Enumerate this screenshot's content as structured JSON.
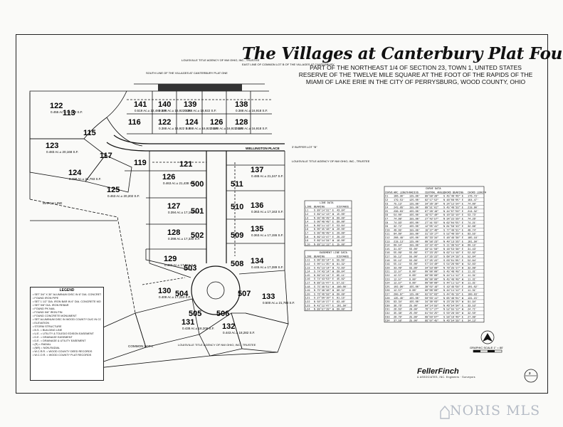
{
  "title": "The Villages at Canterbury Plat Four",
  "subtitle": "PART OF THE NORTHEAST 1/4 OF SECTION 23, TOWN 1, UNITED STATES RESERVE OF THE TWELVE MILE SQUARE AT THE FOOT OF THE RAPIDS OF THE MIAMI OF LAKE ERIE IN THE CITY OF PERRYSBURG, WOOD COUNTY, OHIO",
  "lots": [
    {
      "id": "113",
      "area": ""
    },
    {
      "id": "115",
      "area": ""
    },
    {
      "id": "116",
      "area": ""
    },
    {
      "id": "117",
      "area": ""
    },
    {
      "id": "119",
      "area": ""
    },
    {
      "id": "121",
      "area": ""
    },
    {
      "id": "122",
      "area": "0.388 Ac.± 16,922 S.F."
    },
    {
      "id": "124",
      "area": "0.388 Ac.± 16,922 S.F."
    },
    {
      "id": "126",
      "area": "0.388 Ac.± 16,922 S.F."
    },
    {
      "id": "128",
      "area": "0.388 Ac.± 16,918 S.F."
    },
    {
      "id": "141",
      "area": "0.519 Ac.± 22,483 S.F."
    },
    {
      "id": "140",
      "area": "0.388 Ac.± 16,922 S.F."
    },
    {
      "id": "139",
      "area": "0.388 Ac.± 16,922 S.F."
    },
    {
      "id": "138",
      "area": "0.388 Ac.± 16,918 S.F."
    },
    {
      "id": "122b",
      "label": "122",
      "area": "0.455 Ac.± 19,818 S.F."
    },
    {
      "id": "123",
      "area": "0.483 Ac.± 20,168 S.F."
    },
    {
      "id": "124b",
      "label": "124",
      "area": "0.498 Ac.± 21,793 S.F."
    },
    {
      "id": "125",
      "area": "0.463 Ac.± 20,202 S.F."
    },
    {
      "id": "126b",
      "label": "126",
      "area": "0.463 Ac.± 21,438 S.F."
    },
    {
      "id": "127",
      "area": "0.394 Ac.± 17,163 S.F."
    },
    {
      "id": "128b",
      "label": "128",
      "area": "0.398 Ac.± 17,330 S.F."
    },
    {
      "id": "129",
      "area": "0.403 Ac.± 17,824 S.F."
    },
    {
      "id": "130",
      "area": "0.409 Ac.± 17,214 S.F."
    },
    {
      "id": "131",
      "area": "0.438 Ac.± 18,208 S.F."
    },
    {
      "id": "132",
      "area": "0.443 Ac.± 18,282 S.F."
    },
    {
      "id": "133",
      "area": "0.500 Ac.± 21,783 S.F."
    },
    {
      "id": "134",
      "area": "0.445 Ac.± 17,289 S.F."
    },
    {
      "id": "135",
      "area": "0.363 Ac.± 17,155 S.F."
    },
    {
      "id": "136",
      "area": "0.363 Ac.± 17,163 S.F."
    },
    {
      "id": "137",
      "area": "0.488 Ac.± 21,247 S.F."
    },
    {
      "id": "500",
      "area": ""
    },
    {
      "id": "501",
      "area": ""
    },
    {
      "id": "502",
      "area": ""
    },
    {
      "id": "503",
      "area": ""
    },
    {
      "id": "504",
      "area": ""
    },
    {
      "id": "505",
      "area": ""
    },
    {
      "id": "506",
      "area": ""
    },
    {
      "id": "507",
      "area": ""
    },
    {
      "id": "508",
      "area": ""
    },
    {
      "id": "509",
      "area": ""
    },
    {
      "id": "510",
      "area": ""
    },
    {
      "id": "511",
      "area": ""
    }
  ],
  "streets": {
    "wellington": "WELLINGTON PLACE",
    "match_line": "MATCH LINE",
    "common_lot": "COMMON LOT L"
  },
  "notes": {
    "south_line": "SOUTH LINE OF THE VILLAGES AT CANTERBURY PLAT ONE",
    "east_line": "EAST LINE OF COMMON LOT B OF THE VILLAGES AT CANTERBURY",
    "louisville_1": "LOUISVILLE TITLE AGENCY OF NW OHIO, INC., TRUSTEE",
    "louisville_2": "LOUISVILLE TITLE AGENCY OF NW OHIO, INC., TRUSTEE",
    "louisville_3": "LOUISVILLE TITLE AGENCY OF NW OHIO, INC., TRUSTEE",
    "buffer": "3' BUFFER LOT \"B\""
  },
  "line_table": {
    "title": "LINE DATA",
    "headers": [
      "LINE",
      "BEARING",
      "DISTANCE"
    ],
    "rows": [
      [
        "L1",
        "S 89°14'31\" E",
        "43.84'"
      ],
      [
        "L2",
        "S 89°12'13\" W",
        "15.00'"
      ],
      [
        "L3",
        "N 00°48'48\" W",
        "60.00'"
      ],
      [
        "L4",
        "S 00°48'48\" E",
        "60.00'"
      ],
      [
        "L5",
        "N 89°11'12\" E",
        "53.84'"
      ],
      [
        "L6",
        "N 00°45'48\" W",
        "20.00'"
      ],
      [
        "L7",
        "S 00°48'48\" E",
        "20.00'"
      ],
      [
        "L8",
        "N 89°13'47\" E",
        "29.23'"
      ],
      [
        "L9",
        "S 89°14'34\" W",
        "16.00'"
      ],
      [
        "L10",
        "N 89°12'13\" E",
        "15.00'"
      ]
    ]
  },
  "easement_table": {
    "title": "EASEMENT LINE DATA",
    "headers": [
      "LINE",
      "BEARING",
      "DISTANCE"
    ],
    "rows": [
      [
        "L11",
        "S 00°33'14\" E",
        "55.65'"
      ],
      [
        "L12",
        "S 00°11'35\" W",
        "81.32'"
      ],
      [
        "L13",
        "S 45°13'14\" W",
        "72.93'"
      ],
      [
        "L14",
        "S 74°43'14\" W",
        "60.04'"
      ],
      [
        "L15",
        "N 89°13'14\" E",
        "65.11'"
      ],
      [
        "L16",
        "S 74°43'53\" E",
        "45.82'"
      ],
      [
        "L17",
        "N 89°15'47\" E",
        "57.51'"
      ],
      [
        "L18",
        "S 75°48'51\" W",
        "180.00'"
      ],
      [
        "L19",
        "N 75°48'48\" W",
        "90.32'"
      ],
      [
        "L20",
        "S 76°46'59\" W",
        "60.09'"
      ],
      [
        "L21",
        "S 27°50'10\" E",
        "91.15'"
      ],
      [
        "L22",
        "N 50°10'27\" E",
        "63.40'"
      ],
      [
        "L23",
        "N 42°12'47\" E",
        "191.50'"
      ],
      [
        "L24",
        "N 89°57'28\" W",
        "60.00'"
      ]
    ]
  },
  "curve_table": {
    "title": "CURVE DATA",
    "headers": [
      "CURVE",
      "ARC LENGTH",
      "RADIUS",
      "CENTRAL ANGLE",
      "CHORD BEARING",
      "CHORD LENGTH"
    ],
    "rows": [
      [
        "C1",
        "196.30'",
        "125.00'",
        "89°58'28\"",
        "S 45°46'46\" E",
        "176.73'"
      ],
      [
        "C2",
        "179.53'",
        "125.00'",
        "82°17'52\"",
        "N 48°08'05\" E",
        "164.47'"
      ],
      [
        "C3",
        "75.13'",
        "125.00'",
        "34°26'10\"",
        "N 24°12'24\" E",
        "74.00'"
      ],
      [
        "C4",
        "243.06'",
        "155.00'",
        "89°51'01\"",
        "S 45°48'33\" E",
        "218.90'"
      ],
      [
        "C5",
        "236.63'",
        "155.00'",
        "87°28'19\"",
        "N 44°07'50\" E",
        "214.32'"
      ],
      [
        "C6",
        "54.00'",
        "155.00'",
        "19°57'40\"",
        "N 10°32'10\" E",
        "53.73'"
      ],
      [
        "C7",
        "74.98'",
        "155.00'",
        "27°42'57\"",
        "N 34°22'29\" E",
        "74.26'"
      ],
      [
        "C8",
        "74.93'",
        "155.00'",
        "27°41'55\"",
        "N 62°04'55\" E",
        "74.21'"
      ],
      [
        "C9",
        "32.72'",
        "155.00'",
        "12°05'41\"",
        "N 81°58'43\" E",
        "32.66'"
      ],
      [
        "C10",
        "49.95'",
        "155.00'",
        "18°27'46\"",
        "S 77°40'31\" E",
        "49.74'"
      ],
      [
        "C11",
        "84.60'",
        "155.00'",
        "31°16'17\"",
        "S 52°48'29\" E",
        "83.55'"
      ],
      [
        "C12",
        "208.48'",
        "125.00'",
        "95°33'34\"",
        "S 48°49'38\" E",
        "185.16'"
      ],
      [
        "C13",
        "218.13'",
        "125.00'",
        "99°58'23\"",
        "N 40°13'26\" E",
        "191.50'"
      ],
      [
        "C14",
        "60.54'",
        "155.00'",
        "22°22'42\"",
        "S 11°38'53\" W",
        "60.15'"
      ],
      [
        "C15",
        "31.87'",
        "55.00'",
        "33°11'56\"",
        "N 16°53'38\" E",
        "31.43'"
      ],
      [
        "C16",
        "55.09'",
        "55.00'",
        "57°23'25\"",
        "N 62°11'18\" E",
        "52.82'"
      ],
      [
        "C17",
        "55.12'",
        "55.00'",
        "57°25'22\"",
        "S 60°24'18\" E",
        "52.84'"
      ],
      [
        "C18",
        "55.12'",
        "55.00'",
        "57°25'22\"",
        "S 03°01'05\" E",
        "52.84'"
      ],
      [
        "C19",
        "55.11'",
        "55.00'",
        "57°24'40\"",
        "S 54°26'08\" W",
        "52.83'"
      ],
      [
        "C20",
        "33.49'",
        "55.00'",
        "34°53'09\"",
        "N 79°25'17\" W",
        "32.98'"
      ],
      [
        "C21",
        "12.57'",
        "8.00'",
        "90°00'00\"",
        "S 45°48'48\" E",
        "11.31'"
      ],
      [
        "C22",
        "12.57'",
        "8.00'",
        "90°00'00\"",
        "N 44°11'12\" E",
        "11.31'"
      ],
      [
        "C23",
        "12.57'",
        "8.00'",
        "90°00'00\"",
        "N 45°48'48\" W",
        "11.31'"
      ],
      [
        "C24",
        "12.57'",
        "8.00'",
        "90°00'00\"",
        "S 44°11'12\" W",
        "11.31'"
      ],
      [
        "C25",
        "102.90'",
        "155.00'",
        "38°02'19\"",
        "S 19°49'58\" E",
        "101.02'"
      ],
      [
        "C26",
        "12.57'",
        "8.00'",
        "90°00'00\"",
        "N 44°11'12\" E",
        "11.31'"
      ],
      [
        "C27",
        "200.97'",
        "125.00'",
        "92°07'03\"",
        "S 44°45'19\" E",
        "180.03'"
      ],
      [
        "C28",
        "135.40'",
        "155.00'",
        "50°03'11\"",
        "N 65°46'01\" W",
        "131.15'"
      ],
      [
        "C29",
        "93.34'",
        "155.00'",
        "34°30'03\"",
        "N 23°29'25\" W",
        "91.94'"
      ],
      [
        "C30",
        "36.76'",
        "25.00'",
        "84°14'55\"",
        "N 46°54'34\" E",
        "33.53'"
      ],
      [
        "C31",
        "26.63'",
        "20.00'",
        "76°17'27\"",
        "N 52°55'12\" W",
        "24.71'"
      ],
      [
        "C32",
        "35.38'",
        "25.00'",
        "81°04'25\"",
        "S 50°28'28\" W",
        "32.50'"
      ],
      [
        "C33",
        "29.70'",
        "25.00'",
        "68°03'07\"",
        "S 50°16'49\" E",
        "27.98'"
      ],
      [
        "C34",
        "37.58'",
        "25.00'",
        "86°07'45\"",
        "N 46°54'28\" E",
        "34.13'"
      ]
    ]
  },
  "legend": {
    "title": "LEGEND",
    "items": [
      "SET 3/4\" X 30\" ALUMINUM DISC IN 6\" DIA. CONCRETE MONUMENT",
      "FOUND IRON PIPE",
      "SET 1 1/2\" DIA. IRON BAR IN 6\" DIA. CONCRETE MONUMENT",
      "SET 5/8\" DIA. IRON REBAR",
      "FOUND PK NAIL",
      "FOUND 5/8\" IRON PIN",
      "FOUND CONCRETE MONUMENT",
      "SET ALUMINUM DISC IN WOOD COUNTY DUC IN CONCRETE; CENTER OF CUL-DE-SAC",
      "ELEVATION",
      "STORM STRUCTURE",
      "B.S. = BUILDING LINE",
      "U.E. = UTILITY & TOLEDO EDISON EASEMENT",
      "D.E. = DRAINAGE EASEMENT",
      "D.E. = DRAINAGE & UTILITY EASEMENT",
      "(R) = RADIAL",
      "(NR) = NON-RADIAL",
      "W.C.R.R. = WOOD COUNTY DEED RECORDS",
      "W.C.O.R. = WOOD COUNTY PLAT RECORDS"
    ]
  },
  "scale": {
    "label": "GRAPHIC SCALE 1\" = 80'"
  },
  "firm": {
    "name": "FellerFinch",
    "sub": "& ASSOCIATES, INC. Engineers · Surveyors"
  },
  "sheet": {
    "number": "2"
  },
  "watermark": {
    "text": "NORIS MLS"
  },
  "colors": {
    "ink": "#111111",
    "paper": "#fafaf8",
    "watermark": "#b6bcc6"
  }
}
